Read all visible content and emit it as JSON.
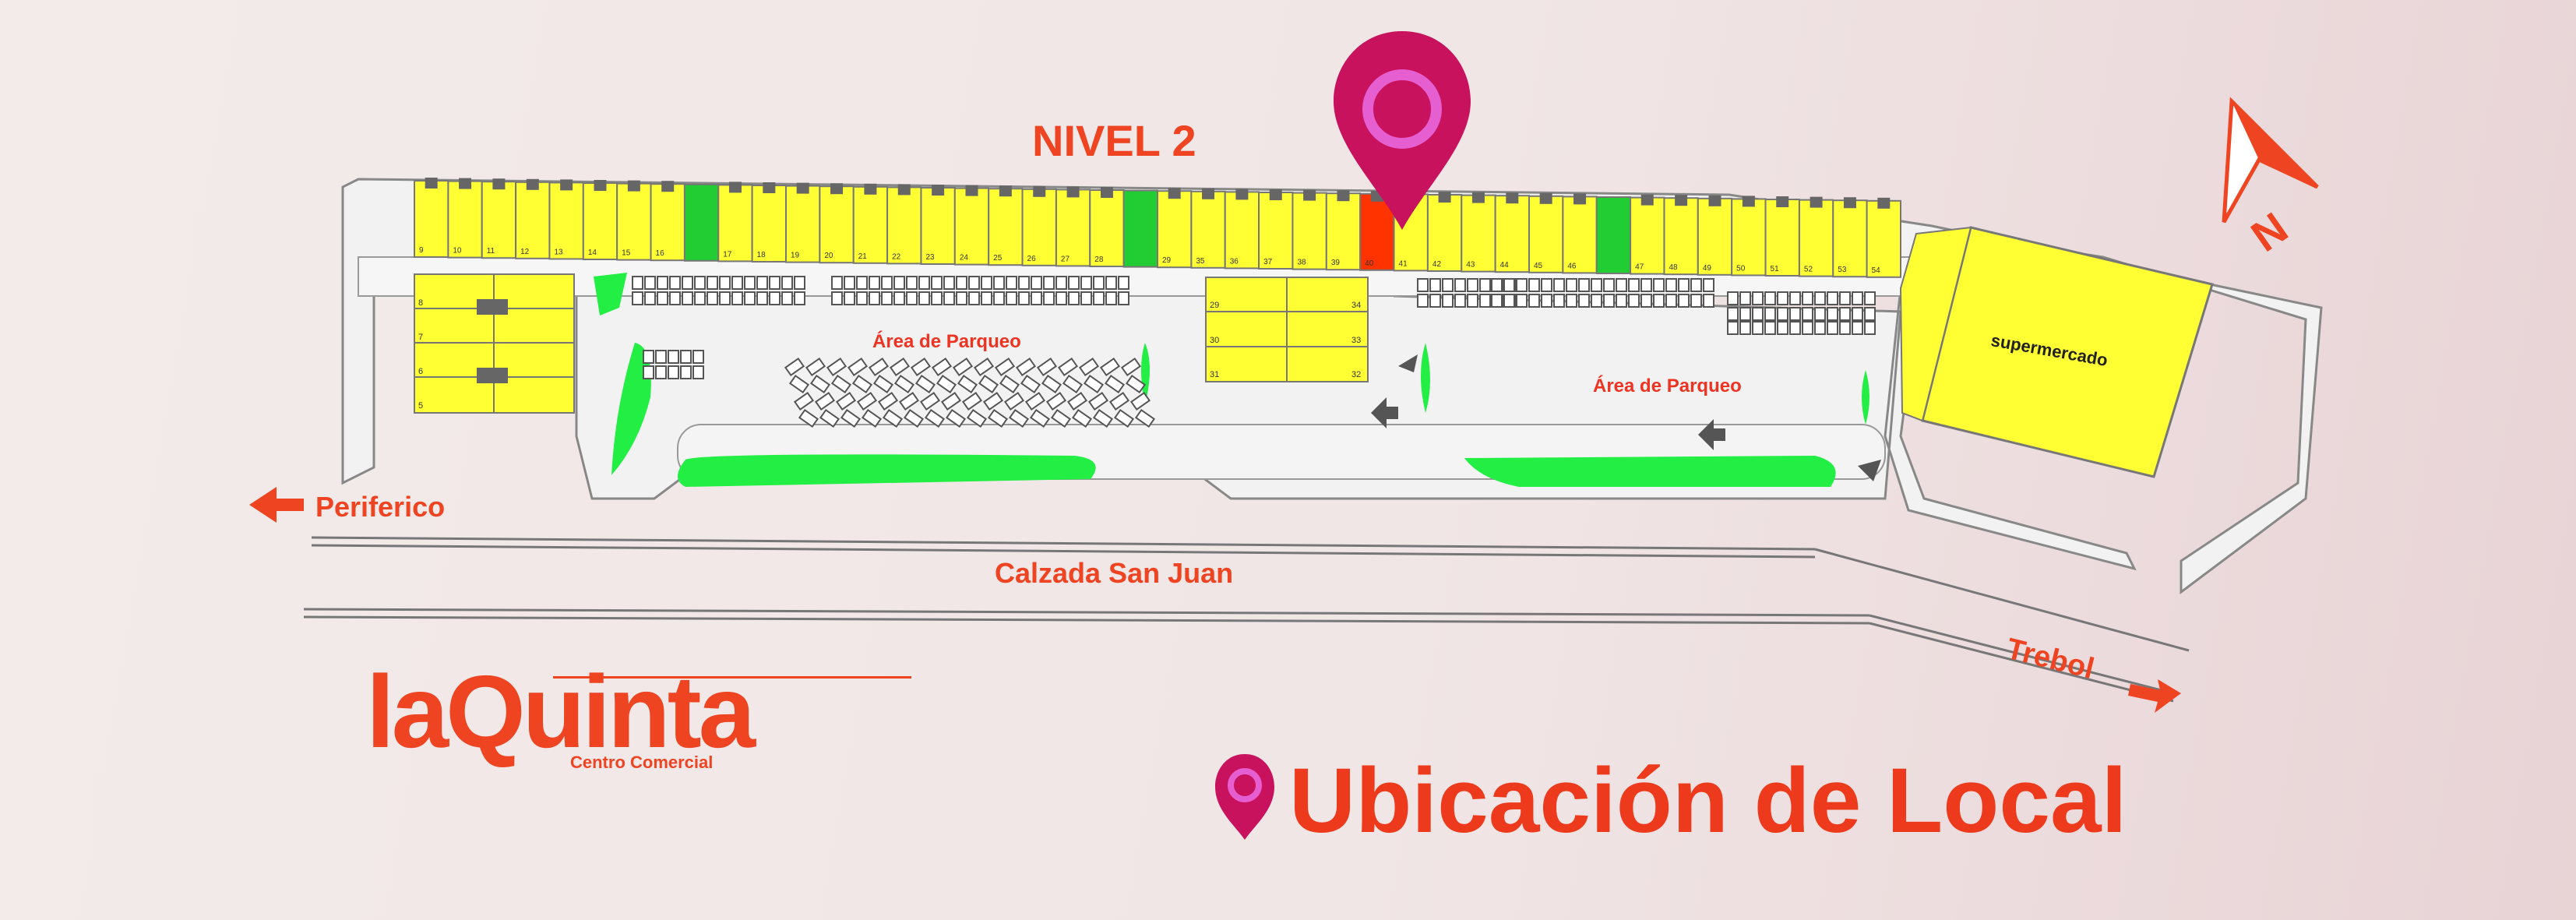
{
  "map": {
    "level_title": "NIVEL 2",
    "parking_left": "Área de Parqueo",
    "parking_right": "Área de Parqueo",
    "supermarket": "supermercado",
    "streets": {
      "main": "Calzada San Juan",
      "west": "Periferico",
      "east": "Trebol"
    },
    "north_label": "N",
    "store_numbers": [
      "9",
      "10",
      "11",
      "12",
      "13",
      "14",
      "15",
      "16",
      "17",
      "18",
      "19",
      "20",
      "21",
      "22",
      "23",
      "24",
      "25",
      "26",
      "27",
      "28",
      "29",
      "35",
      "36",
      "37",
      "38",
      "39",
      "40",
      "41",
      "42",
      "43",
      "44",
      "45",
      "46",
      "47",
      "48",
      "49",
      "50",
      "51",
      "52",
      "53",
      "54"
    ],
    "highlighted_store": "40",
    "center_block_numbers": [
      "29",
      "34",
      "30",
      "33",
      "31",
      "32"
    ],
    "left_block_numbers": [
      "8",
      "7",
      "6",
      "5"
    ]
  },
  "brand": {
    "name": "laQuinta",
    "tagline": "Centro Comercial"
  },
  "legend": {
    "title": "Ubicación de Local",
    "pin_icon": "location-pin-icon"
  },
  "colors": {
    "accent": "#ee4422",
    "pin": "#c8125e",
    "store": "#ffff33",
    "green": "#22dd33",
    "highlight": "#ff3300"
  }
}
